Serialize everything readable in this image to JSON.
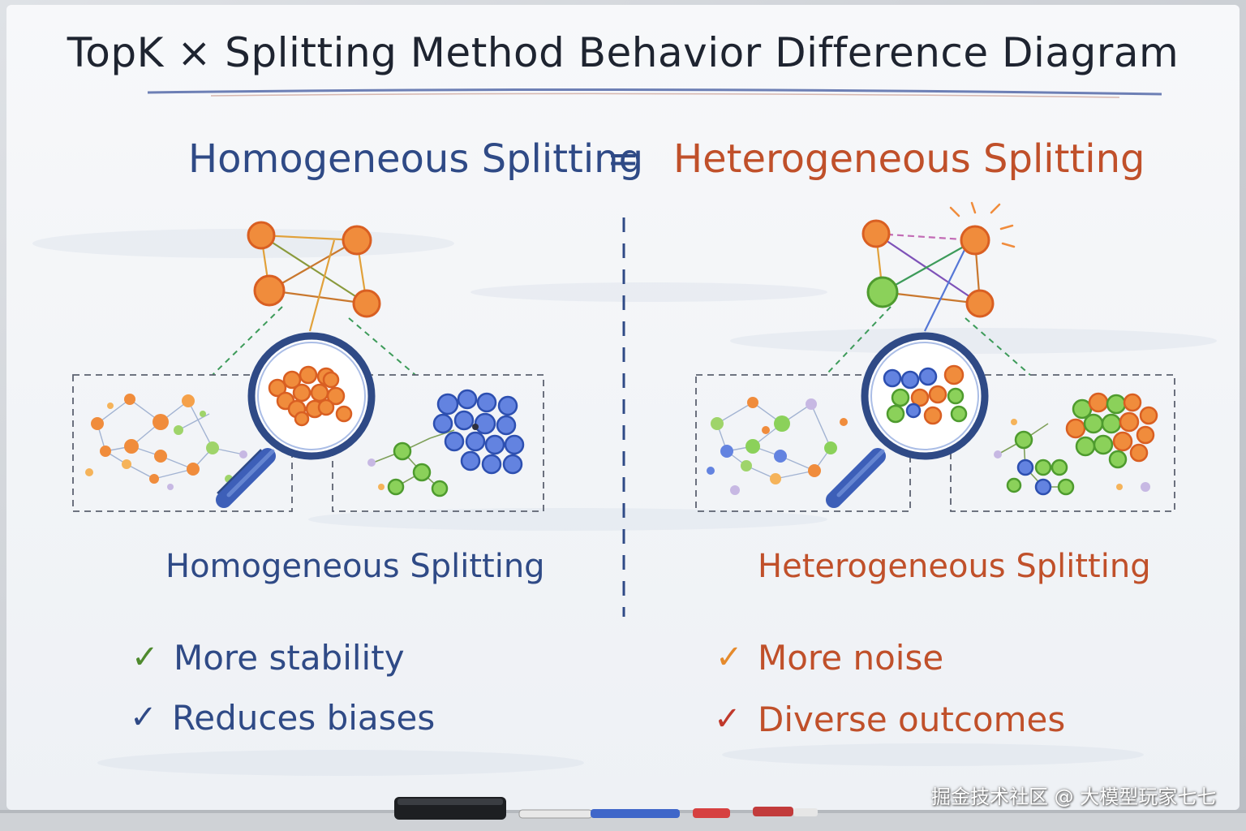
{
  "title": "TopK × Splitting Method Behavior Difference Diagram",
  "header": {
    "left": "Homogeneous Splitting",
    "equals": "=",
    "right": "Heterogeneous Splitting"
  },
  "left_panel": {
    "subtitle": "Homogeneous Splitting",
    "items": [
      {
        "check": "✓",
        "text": "More stability"
      },
      {
        "check": "✓",
        "text": "Reduces biases"
      }
    ]
  },
  "right_panel": {
    "subtitle": "Heterogeneous Splitting",
    "items": [
      {
        "check": "✓",
        "text": "More noise"
      },
      {
        "check": "✓",
        "text": "Diverse outcomes"
      }
    ]
  },
  "watermark": "掘金技术社区 @ 大模型玩家七七",
  "icons": [
    "magnifier-icon",
    "network-graph-icon",
    "check-icon"
  ],
  "colors": {
    "navy": "#2f4a86",
    "rust": "#c0502a",
    "node_orange": "#f08c3c",
    "node_blue": "#5577d6",
    "node_green": "#7cc24e",
    "ink": "#1e2430"
  }
}
